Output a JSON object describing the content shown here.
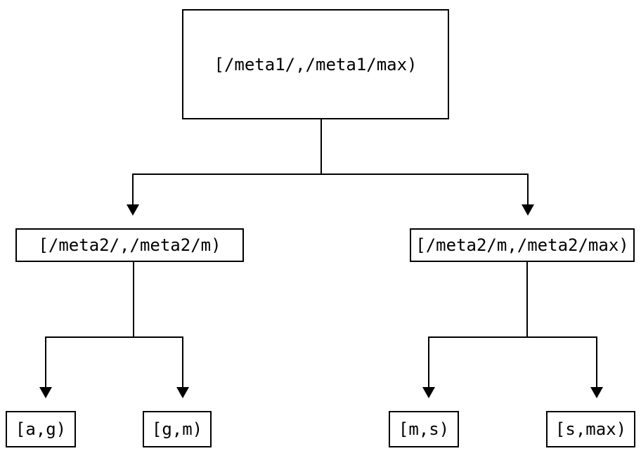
{
  "colors": {
    "stroke": "#000000",
    "background": "#ffffff",
    "text": "#000000"
  },
  "tree": {
    "root": {
      "label": "[/meta1/,/meta1/max)",
      "children": [
        {
          "label": "[/meta2/,/meta2/m)",
          "children": [
            {
              "label": "[a,g)"
            },
            {
              "label": "[g,m)"
            }
          ]
        },
        {
          "label": "[/meta2/m,/meta2/max)",
          "children": [
            {
              "label": "[m,s)"
            },
            {
              "label": "[s,max)"
            }
          ]
        }
      ]
    }
  }
}
